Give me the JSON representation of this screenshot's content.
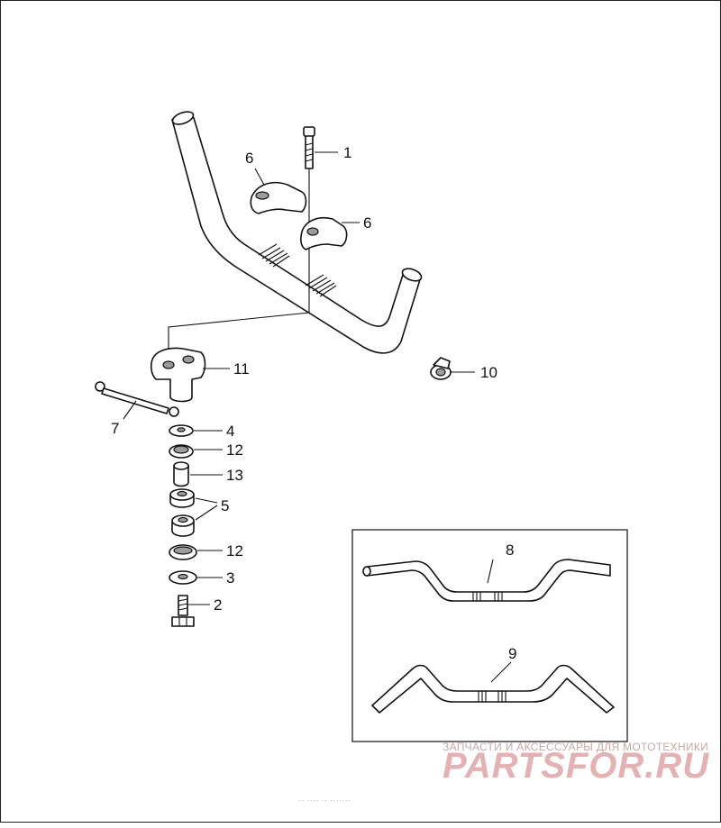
{
  "callouts": {
    "c1": "1",
    "c2": "2",
    "c3": "3",
    "c4": "4",
    "c5": "5",
    "c6": "6",
    "c7": "7",
    "c8": "8",
    "c9": "9",
    "c10": "10",
    "c11": "11",
    "c12": "12",
    "c13": "13"
  },
  "watermark": {
    "tagline": "ЗАПЧАСТИ И АКСЕССУАРЫ ДЛЯ МОТОТЕХНИКИ",
    "logo": "PARTSFOR.RU",
    "footer": "·· ····  ·· ·······"
  },
  "colors": {
    "line": "#111111",
    "shade": "#9c9c9c",
    "watermark": "#e4b2b2"
  }
}
